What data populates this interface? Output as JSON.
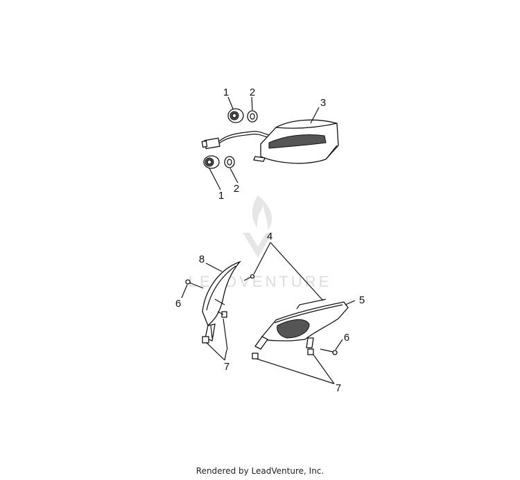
{
  "watermark": {
    "text": "LEADVENTURE"
  },
  "callouts": {
    "c1a": "1",
    "c2a": "2",
    "c3": "3",
    "c1b": "1",
    "c2b": "2",
    "c4": "4",
    "c8": "8",
    "c6a": "6",
    "c5": "5",
    "c6b": "6",
    "c7a": "7",
    "c7b": "7"
  },
  "footer": {
    "text": "Rendered by LeadVenture, Inc."
  }
}
